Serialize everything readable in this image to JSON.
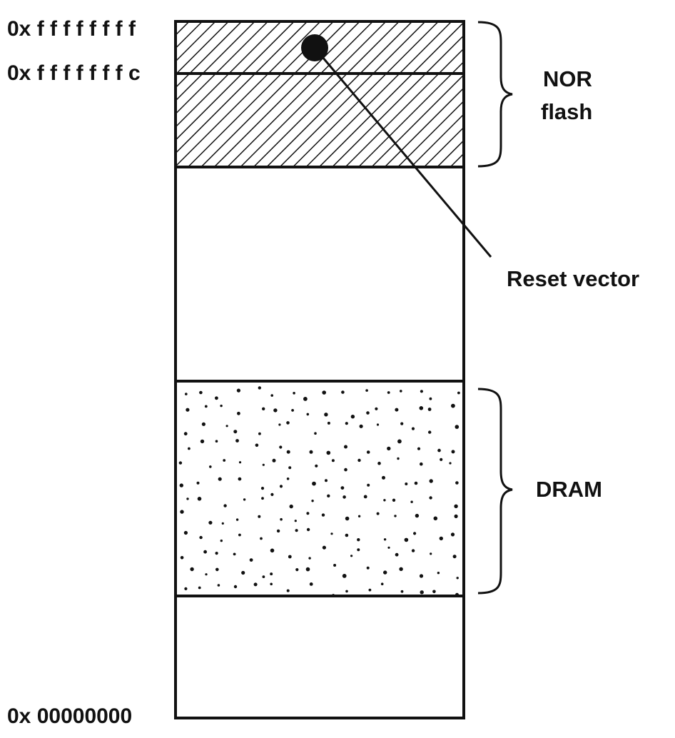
{
  "addresses": {
    "top": "0x f f f f f f f f",
    "reset": "0x f f f f f f f c",
    "bottom": "0x 00000000"
  },
  "regions": {
    "nor_flash": {
      "line1": "NOR",
      "line2": "flash"
    },
    "dram": "DRAM"
  },
  "annotations": {
    "reset_vector": "Reset vector"
  },
  "colors": {
    "ink": "#111111",
    "background": "#ffffff"
  }
}
